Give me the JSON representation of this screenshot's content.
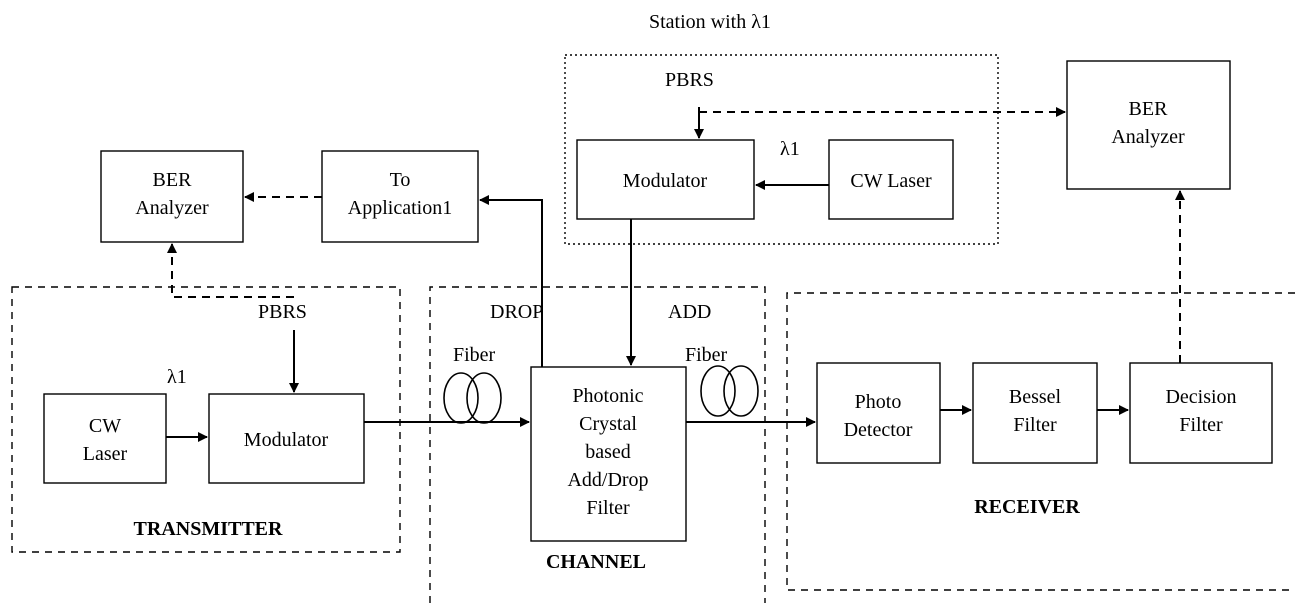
{
  "station": {
    "title": "Station with λ1",
    "pbrs": "PBRS",
    "lambda": "λ1",
    "modulator": "Modulator",
    "cw_laser": "CW Laser"
  },
  "ber_left": {
    "line1": "BER",
    "line2": "Analyzer"
  },
  "ber_right": {
    "line1": "BER",
    "line2": "Analyzer"
  },
  "to_app": {
    "line1": "To",
    "line2": "Application1"
  },
  "transmitter": {
    "title": "TRANSMITTER",
    "pbrs": "PBRS",
    "lambda": "λ1",
    "cw_line1": "CW",
    "cw_line2": "Laser",
    "modulator": "Modulator"
  },
  "channel": {
    "title": "CHANNEL",
    "drop": "DROP",
    "add": "ADD",
    "fiber_in": "Fiber",
    "fiber_out": "Fiber",
    "filter_lines": [
      "Photonic",
      "Crystal",
      "based",
      "Add/Drop",
      "Filter"
    ]
  },
  "receiver": {
    "title": "RECEIVER",
    "pd_line1": "Photo",
    "pd_line2": "Detector",
    "bessel_line1": "Bessel",
    "bessel_line2": "Filter",
    "decision_line1": "Decision",
    "decision_line2": "Filter"
  }
}
